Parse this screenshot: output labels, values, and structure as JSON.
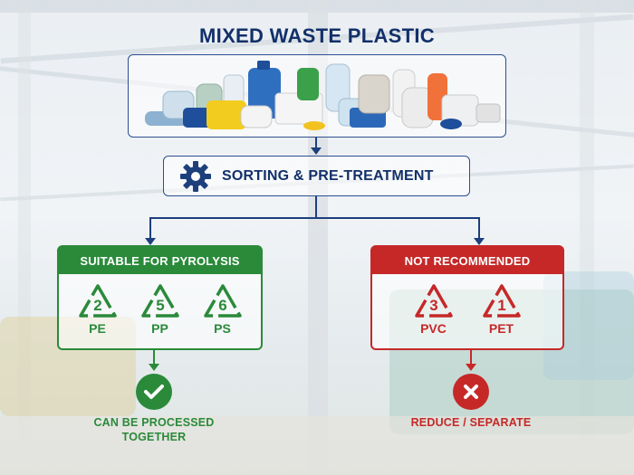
{
  "title": "MIXED WASTE PLASTIC",
  "sorting": {
    "label": "SORTING & PRE-TREATMENT",
    "icon": "gear-icon"
  },
  "suitable": {
    "heading": "SUITABLE FOR PYROLYSIS",
    "color": "#2a8a3a",
    "codes": [
      {
        "number": "2",
        "label": "PE"
      },
      {
        "number": "5",
        "label": "PP"
      },
      {
        "number": "6",
        "label": "PS"
      }
    ],
    "result_icon": "checkmark-icon",
    "result_line1": "CAN BE PROCESSED",
    "result_line2": "TOGETHER"
  },
  "not_recommended": {
    "heading": "NOT RECOMMENDED",
    "color": "#c62828",
    "codes": [
      {
        "number": "3",
        "label": "PVC"
      },
      {
        "number": "1",
        "label": "PET"
      }
    ],
    "result_icon": "x-icon",
    "result_text": "REDUCE / SEPARATE"
  },
  "colors": {
    "navy": "#12306a",
    "line": "#1d3f7c"
  }
}
